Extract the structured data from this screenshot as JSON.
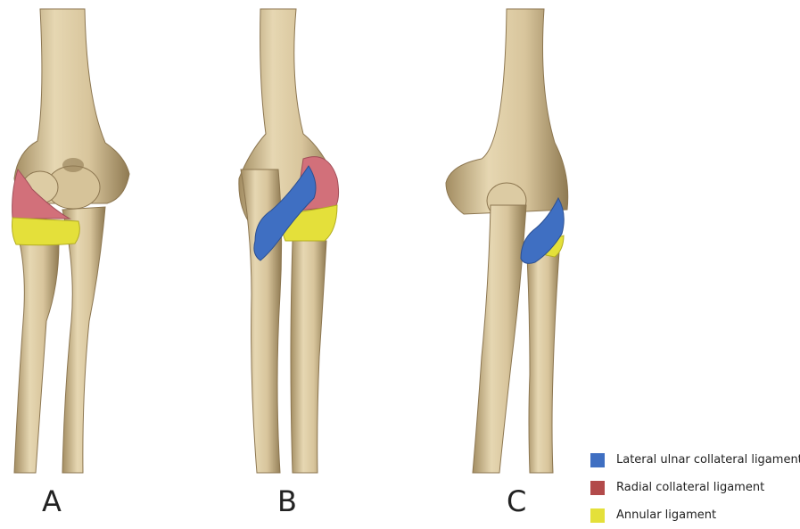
{
  "panels": [
    {
      "letter": "A"
    },
    {
      "letter": "B"
    },
    {
      "letter": "C"
    }
  ],
  "legend": [
    {
      "label": "Lateral ulnar collateral ligament",
      "color": "#3f6fc2"
    },
    {
      "label": "Radial collateral ligament",
      "color": "#b24a4a"
    },
    {
      "label": "Annular ligament",
      "color": "#e4e03a"
    }
  ],
  "colors": {
    "bone_light": "#e2d2ab",
    "bone_mid": "#c8b488",
    "bone_dark": "#8f7a52",
    "lucl": "#3f6fc2",
    "rcl": "#d2707a",
    "annular": "#e4e03a"
  }
}
